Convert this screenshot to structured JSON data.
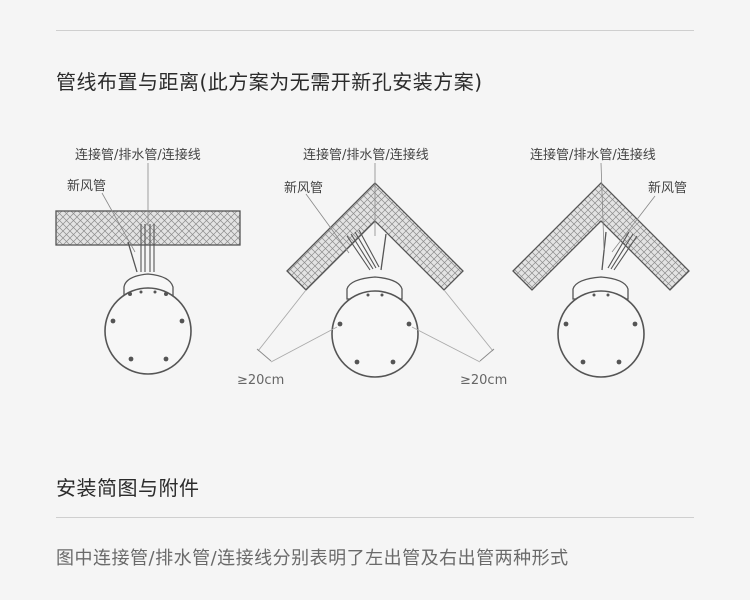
{
  "section1": {
    "title": "管线布置与距离(此方案为无需开新孔安装方案)"
  },
  "diagrams": [
    {
      "variant": "flat-wall",
      "label_pipes": "连接管/排水管/连接线",
      "label_fresh_air": "新风管"
    },
    {
      "variant": "corner-left-outlet",
      "label_pipes": "连接管/排水管/连接线",
      "label_fresh_air": "新风管",
      "distance_left": "≥20cm",
      "distance_right": "≥20cm"
    },
    {
      "variant": "corner-right-outlet",
      "label_pipes": "连接管/排水管/连接线",
      "label_fresh_air": "新风管"
    }
  ],
  "section2": {
    "title": "安装简图与附件",
    "note": "图中连接管/排水管/连接线分别表明了左出管及右出管两种形式"
  },
  "colors": {
    "background": "#f5f5f5",
    "wall_fill": "#e2e2e2",
    "wall_line": "#555555",
    "unit_fill": "#f7f7f7",
    "text": "#333333"
  }
}
